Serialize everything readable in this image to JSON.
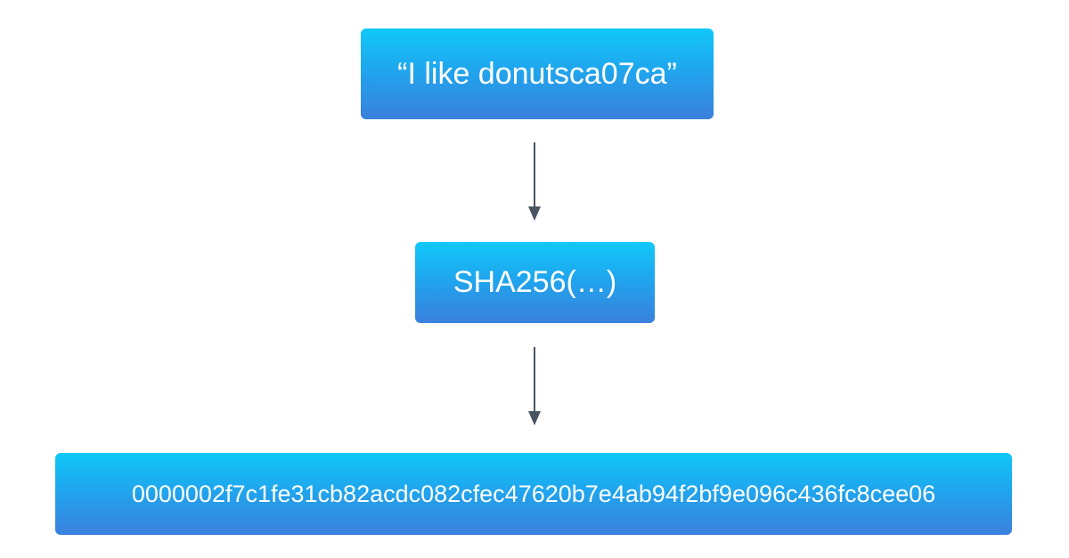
{
  "diagram": {
    "input_text": "“I like donutsca07ca”",
    "function_text": "SHA256(…)",
    "output_text": "0000002f7c1fe31cb82acdc082cfec47620b7e4ab94f2bf9e096c436fc8cee06",
    "colors": {
      "box_top": "#11c8f8",
      "box_bottom": "#3a80dc",
      "text": "#ffffff",
      "arrow": "#4a5563"
    }
  }
}
